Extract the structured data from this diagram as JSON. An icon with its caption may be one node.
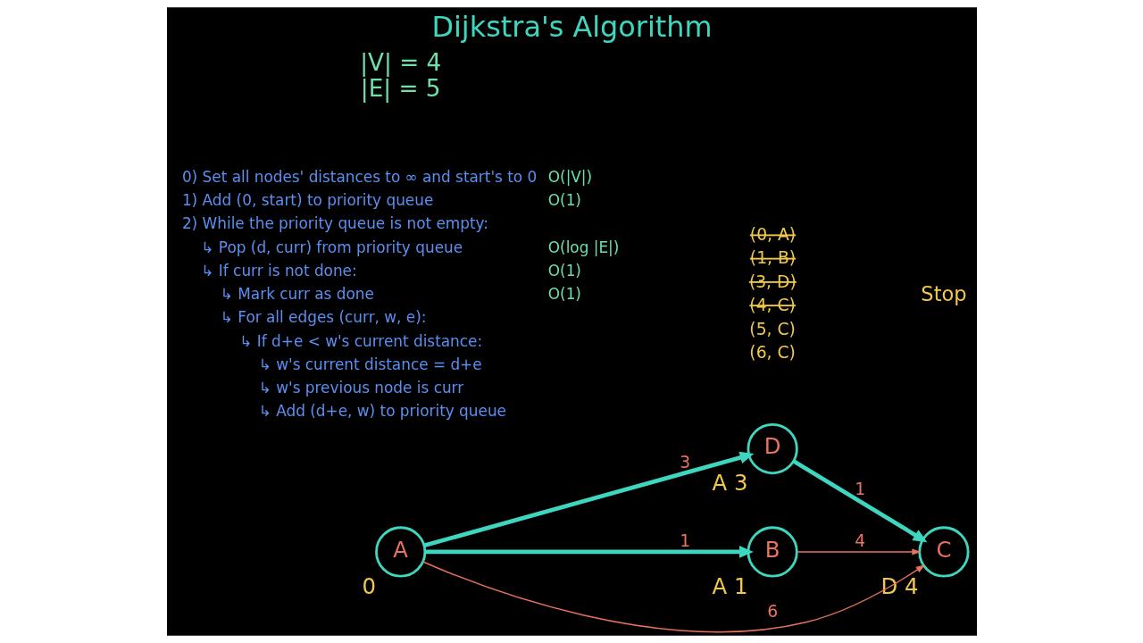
{
  "diagram": {
    "title": "Dijkstra's Algorithm",
    "nodes": [
      {
        "text": [
          "A"
        ],
        "beside": [
          "0"
        ]
      },
      {
        "text": [
          "D"
        ],
        "beside": [
          "A 3"
        ]
      },
      {
        "text": [
          "B"
        ],
        "beside": [
          "A 1"
        ]
      },
      {
        "text": [
          "C"
        ],
        "beside": [
          "D 4"
        ]
      }
    ],
    "edges": [
      {
        "from": 0,
        "to": 1,
        "arrow": "to",
        "label": "3"
      },
      {
        "from": 1,
        "to": 3,
        "arrow": "to",
        "label": "1"
      },
      {
        "from": 0,
        "to": 3,
        "arrow": "to",
        "label": "6",
        "color": "#e8735f"
      },
      {
        "from": 0,
        "to": 2,
        "arrow": "to",
        "label": "1"
      },
      {
        "from": 2,
        "to": 3,
        "arrow": "to",
        "label": "4",
        "color": "#e8735f"
      }
    ],
    "labels": [
      "0) Set all nodes' distances to ∞ and start's to 0",
      "O(|V|)",
      "1) Add (0, start) to priority queue",
      "O(1)",
      "2) While the priority queue is not empty:",
      "↳ Pop (d, curr) from priority queue",
      "O(log |E|)",
      "↳ If curr is not done:",
      "O(1)",
      "↳ Mark curr as done",
      "O(1)",
      "↳ For all edges (curr, w, e):",
      "↳ If d+e < w's current distance:",
      "↳ w's current distance = d+e",
      "↳ w's previous node is curr",
      "↳ Add (d+e, w) to priority queue",
      "(0, A)",
      "(1, B)",
      "(3, D)",
      "(4, C)",
      "(5, C)",
      "(6, C)",
      "Stop",
      "|V| = 4",
      "|E| = 5"
    ]
  }
}
